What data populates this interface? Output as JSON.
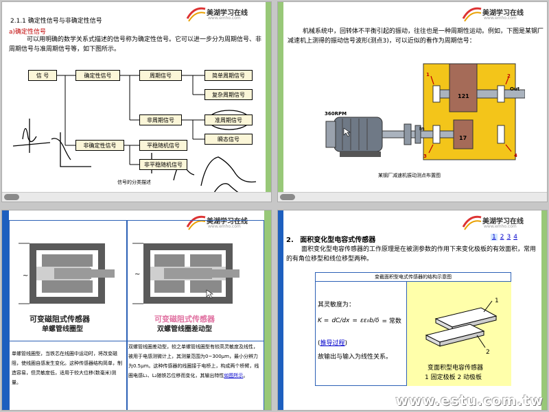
{
  "slide1": {
    "heading": "2.1.1 确定性信号与非确定性信号",
    "subheading": "a)确定性信号",
    "para": "可以用明确的数学关系式描述的信号称为确定性信号。它可以进一步分为周期信号、非周期信号与准周期信号等，如下图所示。",
    "boxes": {
      "signal": "信 号",
      "deterministic": "确定性信号",
      "periodic": "周期信号",
      "simple_periodic": "简单周期信号",
      "complex_periodic": "复杂周期信号",
      "nonperiodic": "非周期信号",
      "quasi_periodic": "准周期信号",
      "transient": "瞬态信号",
      "nondeterministic": "非确定性信号",
      "stationary_random": "平稳随机信号",
      "nonstationary_random": "非平稳随机信号"
    },
    "caption": "信号的分类描述"
  },
  "slide2": {
    "para": "机械系统中，回转体不平衡引起的振动，往往也是一种周期性运动。例如，下图是某钢厂减速机上测得的振动信号波形(测点3)，可以近似的看作为周期信号：",
    "labels": {
      "rpm": "360RPM",
      "out": "Out",
      "in": "In",
      "p1": "1",
      "p2": "2",
      "p3": "3",
      "p4": "4",
      "gear1": "121",
      "gear2": "17"
    },
    "caption": "某钢厂减速机振动测点布置图"
  },
  "slide3": {
    "title_left": "可变磁阻式传感器",
    "subtitle_left": "单螺管线圈型",
    "title_right": "可变磁阻式传感器",
    "subtitle_right": "双螺管线圈差动型",
    "tilde": "~",
    "text_left": "单螺管线圈型，当铁芯在线圈中运动时，将改变磁阻，使线圈自感发生变化。这种传感器结构简单，制造容易，但灵敏度低，适用于较大位移(数毫米)测量。",
    "text_right_1": "双螺管线圈差动型，较之单螺管线圈型有较高灵敏度及线性，被用于电感测微计上，其测量范围为0~300μm，最小分辨力为0.5μm。这种传感器的线圈接于电桥上，构成两个桥臂，线圈电感L₁、L₂随铁芯位移而变化，其输出特性",
    "text_right_link": "如图所示",
    "text_right_2": "。"
  },
  "slide4": {
    "pages": [
      "1",
      "2",
      "3",
      "4"
    ],
    "heading_num": "2.",
    "heading": "面积变化型电容式传感器",
    "para": "面积变化型电容传感器的工作原理是在被测参数的作用下来变化极板的有效面积，常用的有角位移型和线位移型两种。",
    "table_title": "变截面积型电式传感器的结构示意图",
    "sensitivity": "其灵敏度为：",
    "formula_lhs": "K =",
    "formula_mid1": "dC/dx",
    "formula_eq": "=",
    "formula_mid2": "εε₀b/δ",
    "formula_rhs": "= 常数",
    "link": "推导过程",
    "output_linear": "故输出与输入为线性关系。",
    "figure_title": "变面积型电容传感器",
    "figure_legend": "1 固定极板  2 动极板",
    "fig_label_1": "1",
    "fig_label_2": "2"
  },
  "logo": {
    "text": "美湖学习在线",
    "sub": "www.emho.com"
  },
  "watermark": "www.estu.com.tw"
}
